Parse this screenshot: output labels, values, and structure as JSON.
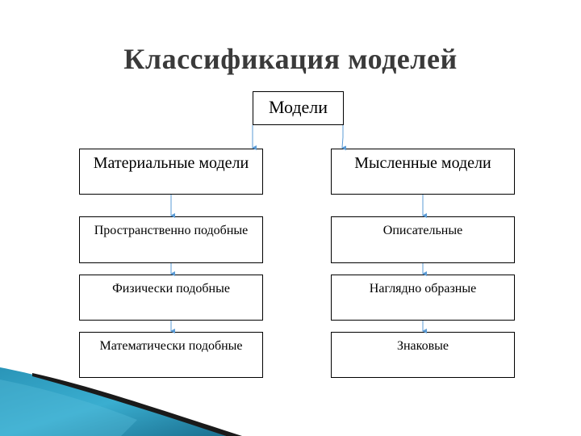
{
  "title": "Классификация моделей",
  "colors": {
    "connector": "#5b9bd5",
    "border": "#000000",
    "title_text": "#3a3a3a",
    "decor_teal": "#1e7fa0",
    "decor_dark": "#1a1a1a"
  },
  "root": {
    "label": "Модели"
  },
  "left_branch": [
    {
      "label": "Материальные модели"
    },
    {
      "label": "Пространственно подобные"
    },
    {
      "label": "Физически подобные"
    },
    {
      "label": "Математически подобные"
    }
  ],
  "right_branch": [
    {
      "label": "Мысленные модели"
    },
    {
      "label": "Описательные"
    },
    {
      "label": "Наглядно образные"
    },
    {
      "label": "Знаковые"
    }
  ]
}
